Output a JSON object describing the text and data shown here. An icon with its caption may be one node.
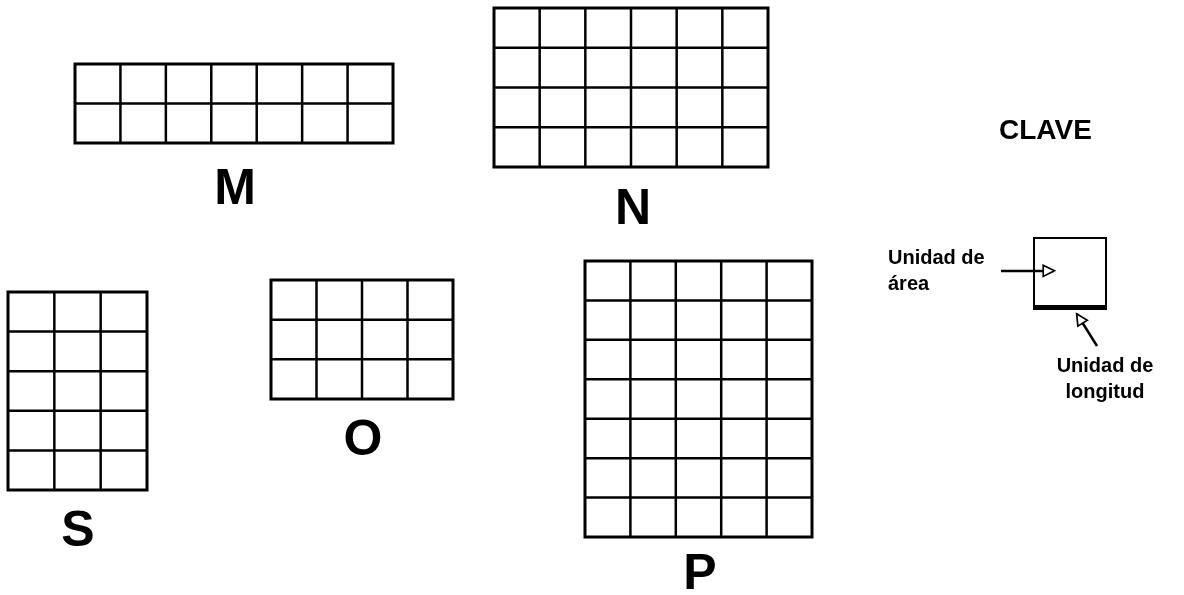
{
  "diagram": {
    "nodes": [
      {
        "text": [],
        "shape": "box",
        "beside": [
          "M"
        ]
      },
      {
        "text": [],
        "shape": "box",
        "beside": [
          "N"
        ]
      },
      {
        "text": [],
        "shape": "box",
        "beside": [
          "S"
        ]
      },
      {
        "text": [],
        "shape": "box",
        "beside": [
          "O"
        ]
      },
      {
        "text": [],
        "shape": "box",
        "beside": [
          "P"
        ]
      },
      {
        "text": [
          "Unidad de área"
        ]
      },
      {
        "text": [],
        "shape": "box"
      },
      {
        "text": [],
        "shape": "bar"
      },
      {
        "text": [
          "Unidad de longitud"
        ]
      }
    ],
    "edges": [
      {
        "from": 5,
        "to": 6,
        "arrow": "to"
      },
      {
        "from": 8,
        "to": 7,
        "arrow": "to"
      }
    ],
    "labels": [
      "CLAVE"
    ]
  }
}
